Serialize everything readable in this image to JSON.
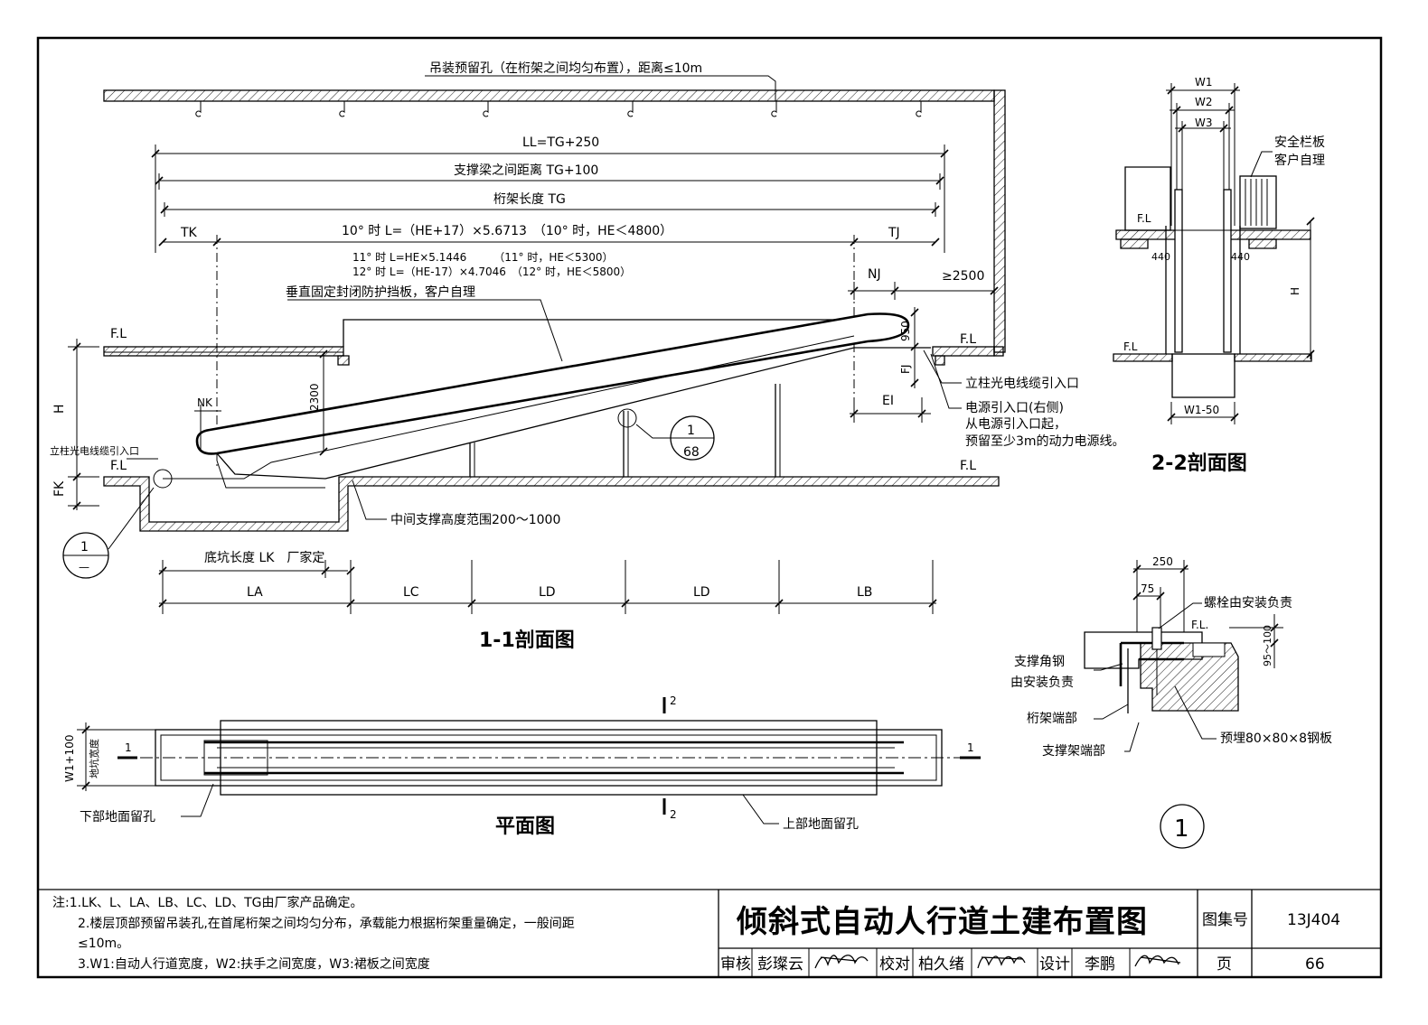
{
  "labels": {
    "hanger_holes": "吊装预留孔（在桁架之间均匀布置），距离≤10m",
    "ll": "LL=TG+250",
    "support_dist": "支撑梁之间距离 TG+100",
    "truss_len": "桁架长度 TG",
    "tk": "TK",
    "tj": "TJ",
    "formula_10": "10° 时 L=（HE+17）×5.6713　（10° 时，HE＜4800）",
    "formula_11": "11° 时 L=HE×5.1446　　　（11° 时，HE＜5300）",
    "formula_12": "12° 时 L=（HE-17）×4.7046　（12° 时，HE＜5800）",
    "nj": "NJ",
    "ge2500": "≥2500",
    "vertical_board": "垂直固定封闭防护挡板，客户自理",
    "fl": "F.L",
    "fl_dot": "F.L.",
    "h": "H",
    "fk": "FK",
    "nk": "NK",
    "d2300": "2300",
    "d950": "950",
    "fj": "FJ",
    "ei": "EI",
    "fiber_entry_right": "立柱光电线缆引入口",
    "power_entry": "电源引入口(右侧)",
    "power_note1": "从电源引入口起，",
    "power_note2": "预留至少3m的动力电源线。",
    "fiber_entry_left": "立柱光电线缆引入口",
    "mid_support": "中间支撑高度范围200～1000",
    "detail_ref_num": "1",
    "detail_ref_page": "68",
    "detail1_num": "1",
    "detail1_dash": "—",
    "pit_len": "底坑长度 LK　厂家定",
    "la": "LA",
    "lc": "LC",
    "ld": "LD",
    "lb": "LB",
    "sec11": "1-1剖面图",
    "plan": "平面图",
    "w1_100": "W1+100",
    "pit_width": "地坑宽度",
    "lower_hole": "下部地面留孔",
    "upper_hole": "上部地面留孔",
    "cut1": "1",
    "cut2": "2",
    "w1": "W1",
    "w2": "W2",
    "w3": "W3",
    "safety1": "安全栏板",
    "safety2": "客户自理",
    "d440": "440",
    "w1_50": "W1-50",
    "sec22": "2-2剖面图",
    "d250": "250",
    "d75": "75",
    "d95": "95～100",
    "bolt": "螺栓由安装负责",
    "angle1": "支撑角钢",
    "angle2": "由安装负责",
    "truss_end": "桁架端部",
    "embed": "预埋80×80×8钢板",
    "support_end": "支撑架端部",
    "detail_circle": "1"
  },
  "notes": [
    "注:1.LK、L、LA、LB、LC、LD、TG由厂家产品确定。",
    "2.楼层顶部预留吊装孔,在首尾桁架之间均匀分布，承载能力根据桁架重量确定，一般间距",
    "≤10m。",
    "3.W1:自动人行道宽度，W2:扶手之间宽度，W3:裙板之间宽度"
  ],
  "titleblock": {
    "title": "倾斜式自动人行道土建布置图",
    "atlas_label": "图集号",
    "atlas_no": "13J404",
    "review": "审核",
    "reviewer": "彭璨云",
    "check": "校对",
    "checker": "柏久绪",
    "design": "设计",
    "designer": "李鹏",
    "page_label": "页",
    "page_no": "66"
  }
}
